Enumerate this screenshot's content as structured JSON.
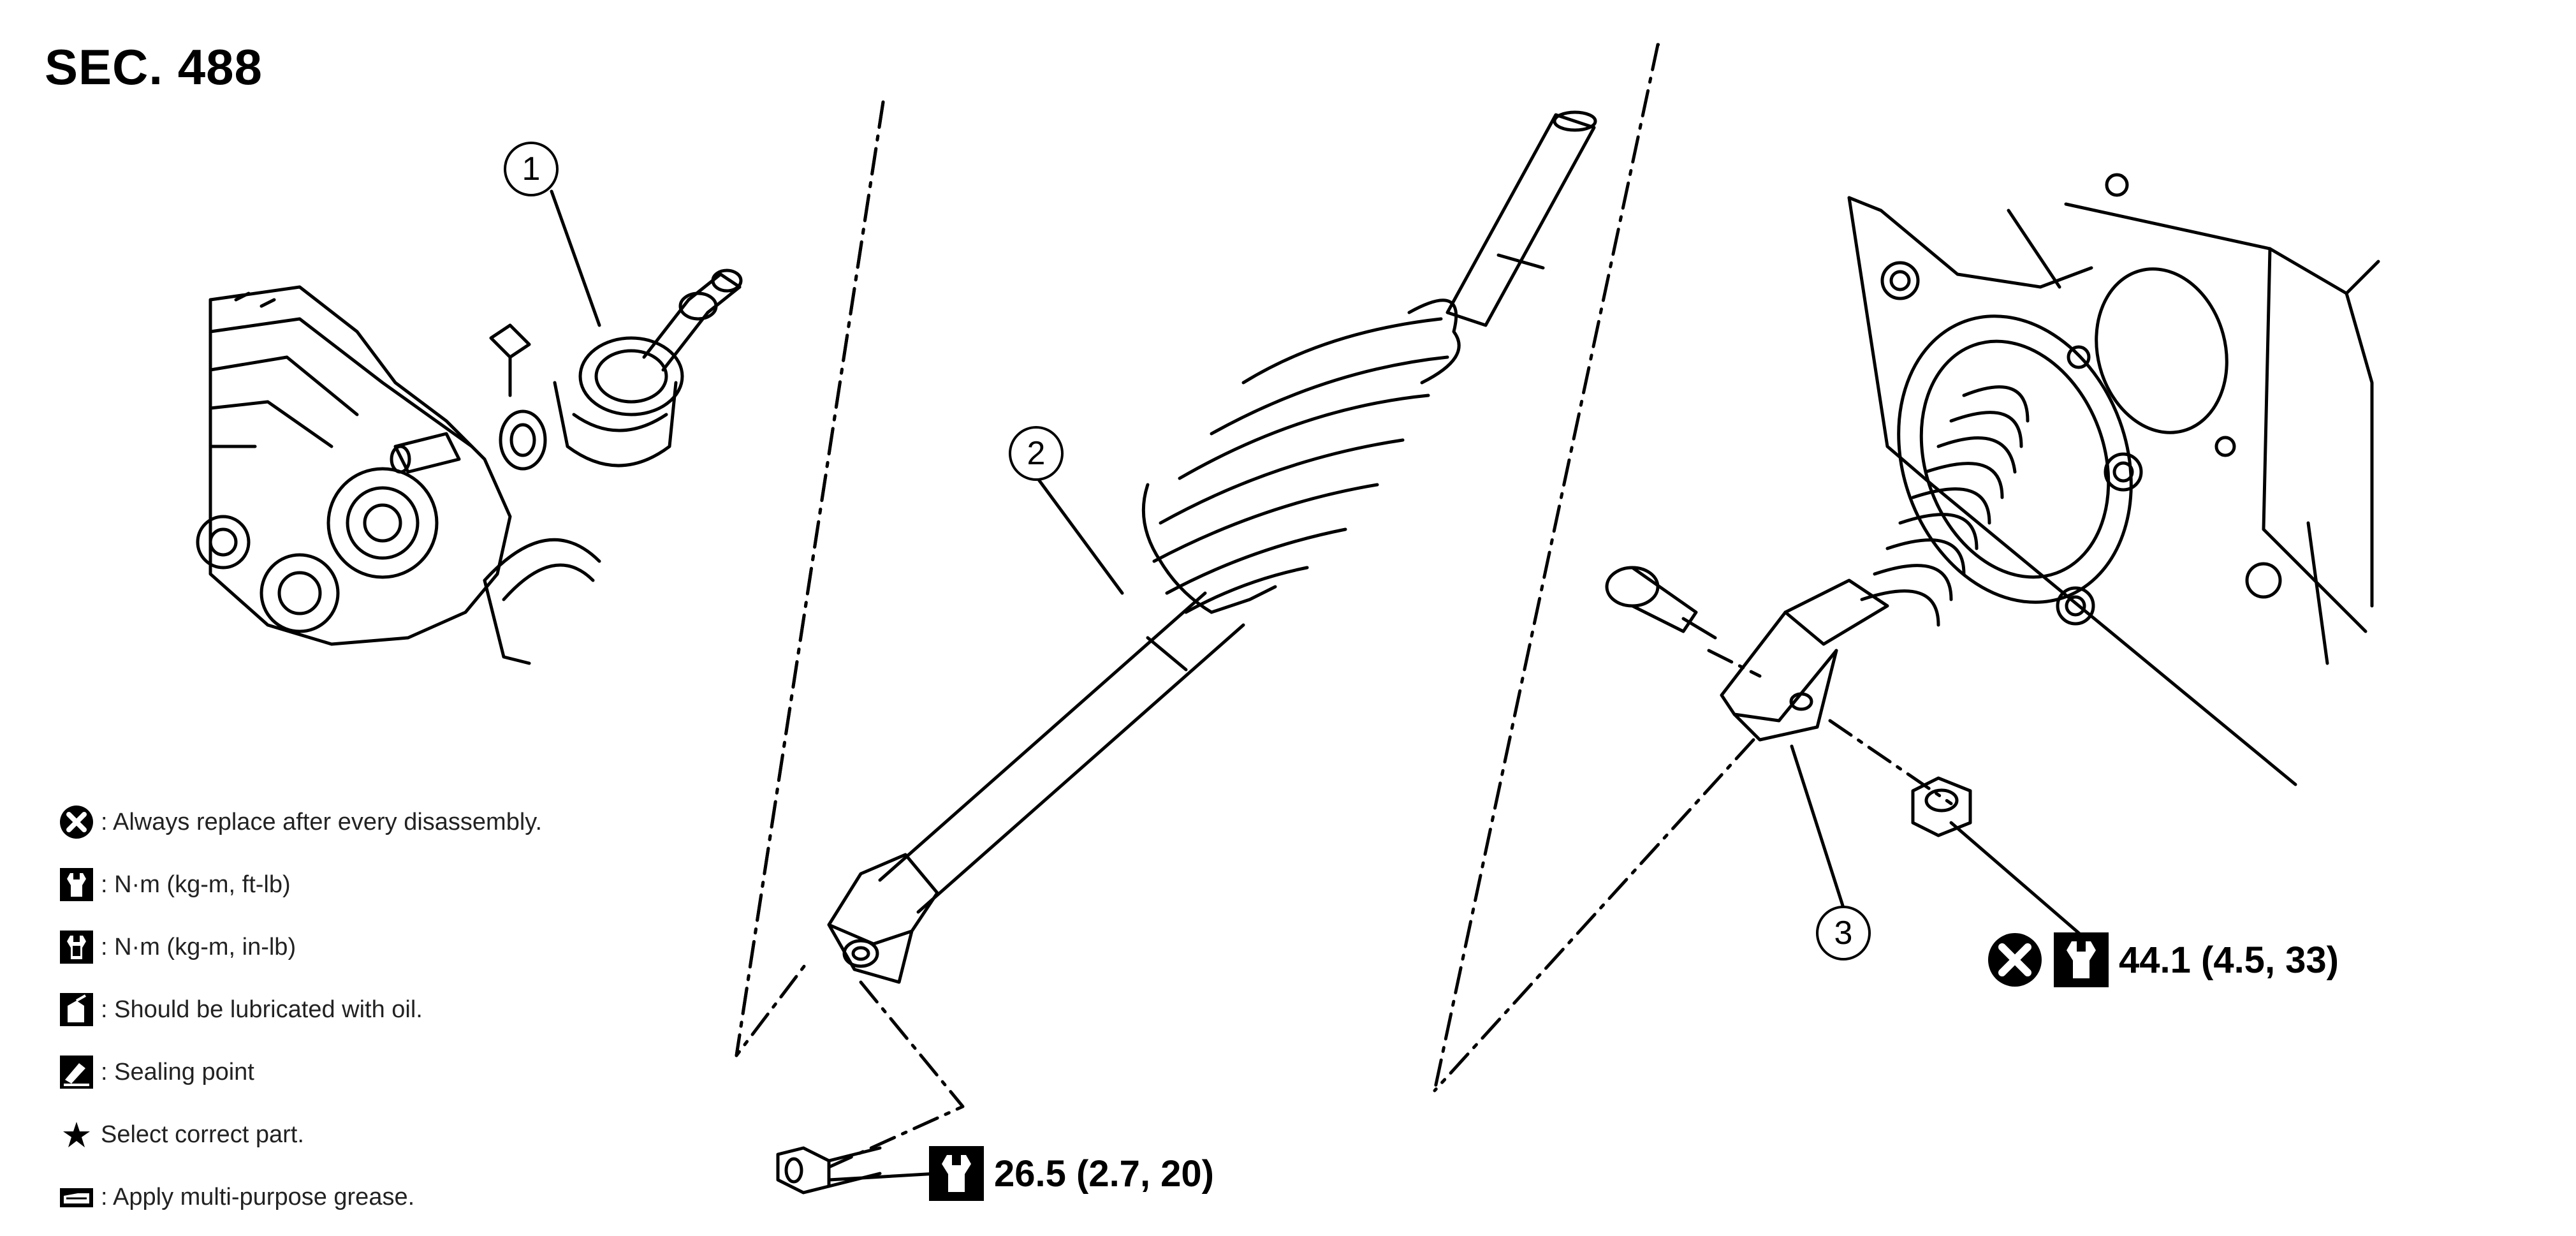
{
  "section": {
    "title": "SEC. 488"
  },
  "callouts": [
    {
      "number": "1"
    },
    {
      "number": "2"
    },
    {
      "number": "3"
    }
  ],
  "torques": {
    "lower_bolt": "26.5 (2.7, 20)",
    "upper_nut": "44.1 (4.5, 33)"
  },
  "legend": [
    {
      "icon": "replace-x-icon",
      "text": ": Always replace after every disassembly."
    },
    {
      "icon": "torque-wrench-icon",
      "text": ": N·m (kg-m, ft-lb)"
    },
    {
      "icon": "torque-wrench-filled-icon",
      "text": ": N·m (kg-m, in-lb)"
    },
    {
      "icon": "oil-can-icon",
      "text": ": Should be lubricated with oil."
    },
    {
      "icon": "sealing-icon",
      "text": ": Sealing point"
    },
    {
      "icon": "star-icon",
      "text": "Select correct part."
    },
    {
      "icon": "grease-icon",
      "text": ": Apply multi-purpose grease."
    }
  ]
}
